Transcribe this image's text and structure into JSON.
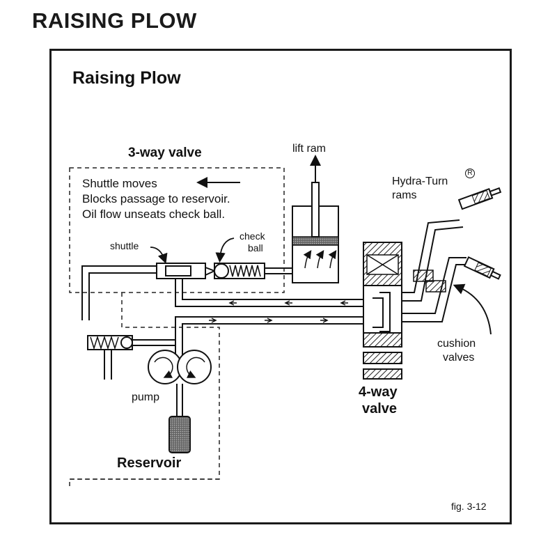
{
  "header": {
    "title": "RAISING PLOW"
  },
  "diagram": {
    "title": "Raising Plow",
    "three_way_valve": "3-way valve",
    "notes": [
      "Shuttle moves",
      "Blocks passage to reservoir.",
      "Oil flow unseats check ball."
    ],
    "shuttle": "shuttle",
    "check_ball": [
      "check",
      "ball"
    ],
    "lift_ram": "lift ram",
    "hydra_turn": [
      "Hydra-Turn",
      "rams"
    ],
    "registered": "R",
    "cushion_valves": [
      "cushion",
      "valves"
    ],
    "four_way_valve": [
      "4-way",
      "valve"
    ],
    "pump": "pump",
    "reservoir": "Reservoir",
    "figure": "fig. 3-12"
  }
}
